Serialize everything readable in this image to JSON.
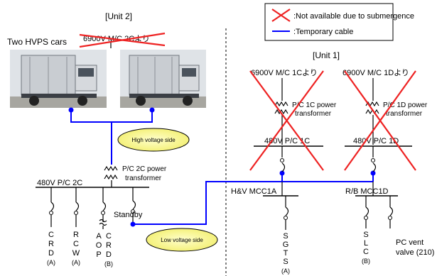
{
  "unit2": {
    "title": "[Unit 2]",
    "hvps_label": "Two HVPS cars",
    "source_label": "6900V M/C 2Cより",
    "transformer_label_1": "P/C 2C power",
    "transformer_label_2": "transformer",
    "high_voltage_label": "High voltage side",
    "low_voltage_label": "Low voltage side",
    "bus_label": "480V P/C 2C",
    "loads": [
      {
        "chars": [
          "C",
          "R",
          "D",
          "(A)"
        ]
      },
      {
        "chars": [
          "R",
          "C",
          "W",
          "(A)"
        ]
      },
      {
        "chars": [
          "A",
          "O",
          "P"
        ]
      },
      {
        "chars": [
          "C",
          "R",
          "D",
          "(B)"
        ]
      }
    ],
    "standby_label": "Standby"
  },
  "unit1": {
    "title": "[Unit 1]",
    "source_1c": "6900V M/C 1Cより",
    "source_1d": "6900V M/C 1Dより",
    "tr_1c_label_1": "P/C 1C power",
    "tr_1c_label_2": "transformer",
    "tr_1d_label_1": "P/C 1D power",
    "tr_1d_label_2": "transformer",
    "bus_1c": "480V P/C 1C",
    "bus_1d": "480V P/C 1D",
    "mcc_1a": "H&V MCC1A",
    "mcc_1d": "R/B MCC1D",
    "sgts": {
      "chars": [
        "S",
        "G",
        "T",
        "S",
        "(A)"
      ]
    },
    "slc": {
      "chars": [
        "S",
        "L",
        "C",
        "(B)"
      ]
    },
    "pc_vent_1": "PC vent",
    "pc_vent_2": "valve (210)"
  },
  "legend": {
    "not_available": ":Not available due to submergence",
    "temp_cable": ":Temporary cable"
  },
  "colors": {
    "temporary_cable": "#0000ff",
    "submergence_cross": "#ee2222",
    "callout_fill": "#ffff99"
  }
}
